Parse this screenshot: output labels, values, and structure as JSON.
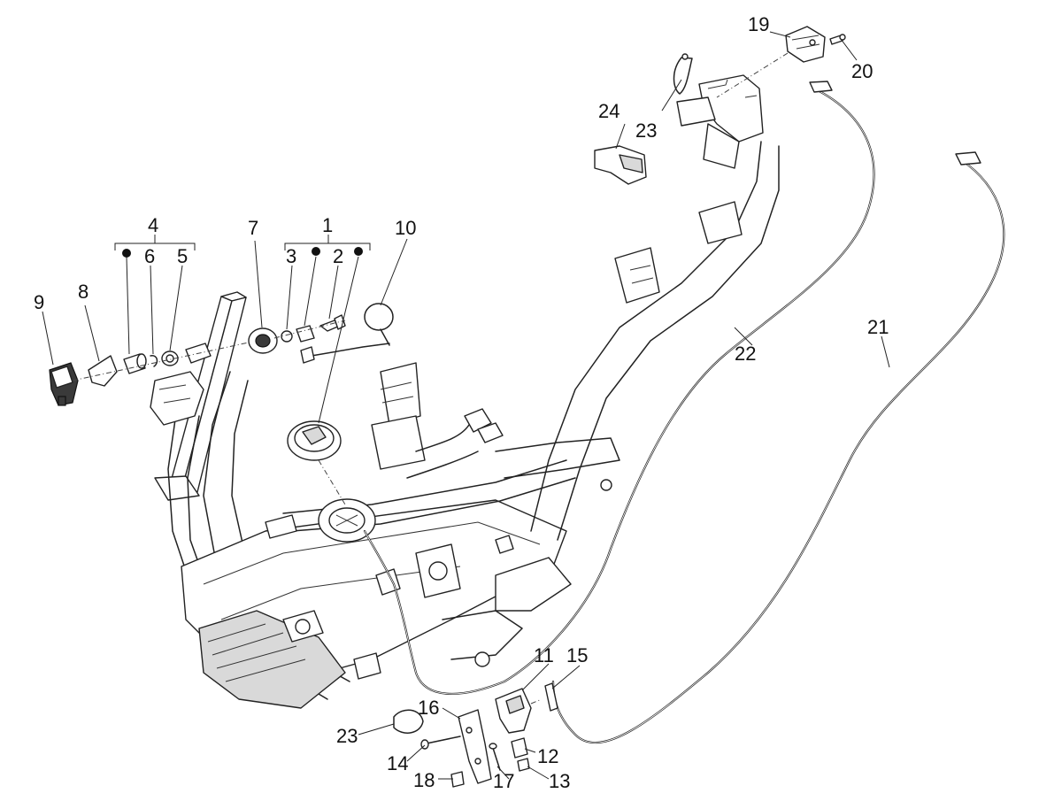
{
  "diagram": {
    "callouts": {
      "c1": "1",
      "c2": "2",
      "c3": "3",
      "c4": "4",
      "c5": "5",
      "c6": "6",
      "c7": "7",
      "c8": "8",
      "c9": "9",
      "c10": "10",
      "c11": "11",
      "c12": "12",
      "c13": "13",
      "c14": "14",
      "c15": "15",
      "c16": "16",
      "c17": "17",
      "c18": "18",
      "c19": "19",
      "c20": "20",
      "c21": "21",
      "c22": "22",
      "c23a": "23",
      "c23b": "23",
      "c24": "24"
    },
    "colors": {
      "line": "#222222",
      "fill": "#ffffff",
      "shade": "#d9d9d9"
    }
  }
}
